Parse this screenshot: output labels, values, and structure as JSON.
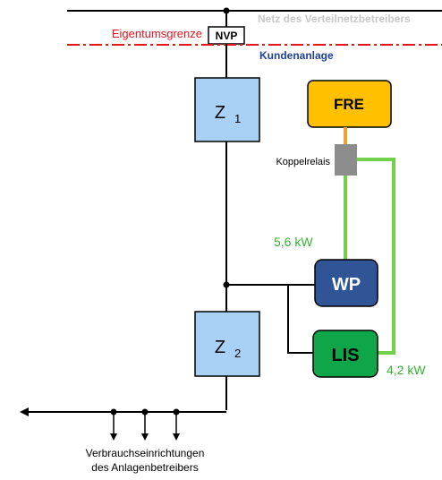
{
  "network_label": "Netz des Verteilnetzbetreibers",
  "ownership_boundary_label": "Eigentumsgrenze",
  "nvp_label": "NVP",
  "customer_system_label": "Kundenanlage",
  "meter_1": {
    "main": "Z",
    "sub": "1"
  },
  "meter_2": {
    "main": "Z",
    "sub": "2"
  },
  "fre_label": "FRE",
  "relay_label": "Koppelrelais",
  "wp_label": "WP",
  "lis_label": "LIS",
  "wp_power": "5,6 kW",
  "lis_power": "4,2 kW",
  "consumers_line1": "Verbrauchseinrichtungen",
  "consumers_line2": "des Anlagenbetreibers",
  "colors": {
    "boundary_red": "#e8141e",
    "network_gray": "#c8c8c8",
    "customer_blue": "#1f3f9f",
    "meter_fill": "#a9d0f5",
    "fre_fill": "#ffc000",
    "fre_link": "#f0a030",
    "relay_fill": "#8c8c8c",
    "wp_fill": "#2f5597",
    "lis_fill": "#0fa64a",
    "power_green": "#6fd04a",
    "power_text": "#33b233"
  }
}
